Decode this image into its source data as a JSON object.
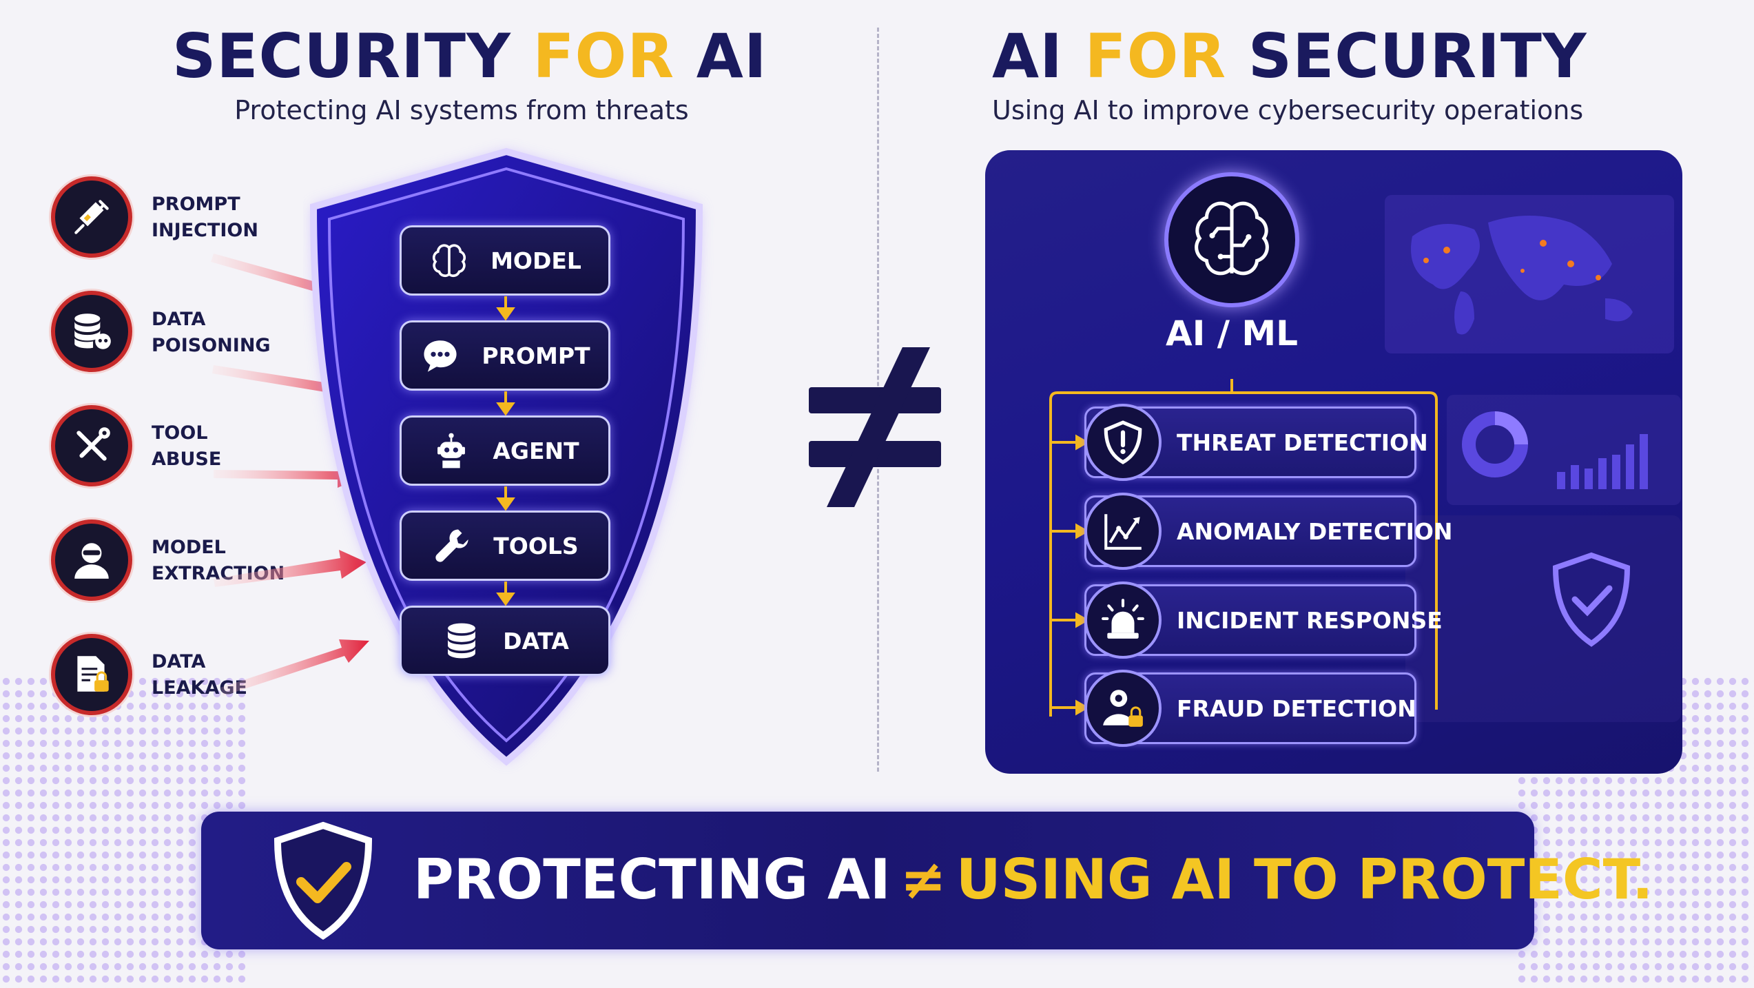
{
  "left": {
    "title_part1": "SECURITY ",
    "title_accent": "FOR",
    "title_part2": " AI",
    "subtitle": "Protecting AI systems from threats",
    "threats": [
      {
        "label": "PROMPT\nINJECTION",
        "icon": "syringe-icon"
      },
      {
        "label": "DATA\nPOISONING",
        "icon": "database-skull-icon"
      },
      {
        "label": "TOOL\nABUSE",
        "icon": "wrench-screwdriver-icon"
      },
      {
        "label": "MODEL\nEXTRACTION",
        "icon": "hacker-icon"
      },
      {
        "label": "DATA\nLEAKAGE",
        "icon": "document-lock-icon"
      }
    ],
    "stack": [
      {
        "label": "MODEL",
        "icon": "brain-icon"
      },
      {
        "label": "PROMPT",
        "icon": "chat-bubble-icon"
      },
      {
        "label": "AGENT",
        "icon": "robot-icon"
      },
      {
        "label": "TOOLS",
        "icon": "wrench-icon"
      },
      {
        "label": "DATA",
        "icon": "database-icon"
      }
    ]
  },
  "right": {
    "title_part1": "AI ",
    "title_accent": "FOR",
    "title_part2": " SECURITY",
    "subtitle": "Using AI to improve cybersecurity operations",
    "core_label": "AI / ML",
    "capabilities": [
      {
        "label": "THREAT DETECTION",
        "icon": "shield-alert-icon"
      },
      {
        "label": "ANOMALY DETECTION",
        "icon": "trend-chart-icon"
      },
      {
        "label": "INCIDENT RESPONSE",
        "icon": "siren-icon"
      },
      {
        "label": "FRAUD DETECTION",
        "icon": "user-lock-icon"
      }
    ]
  },
  "banner": {
    "part1": "PROTECTING AI",
    "sign": "≠",
    "part2": "USING AI TO PROTECT."
  },
  "colors": {
    "navy": "#1a1a5e",
    "gold": "#f4b820",
    "threat_red": "#c72a2a",
    "panel_purple": "#1c178a"
  }
}
